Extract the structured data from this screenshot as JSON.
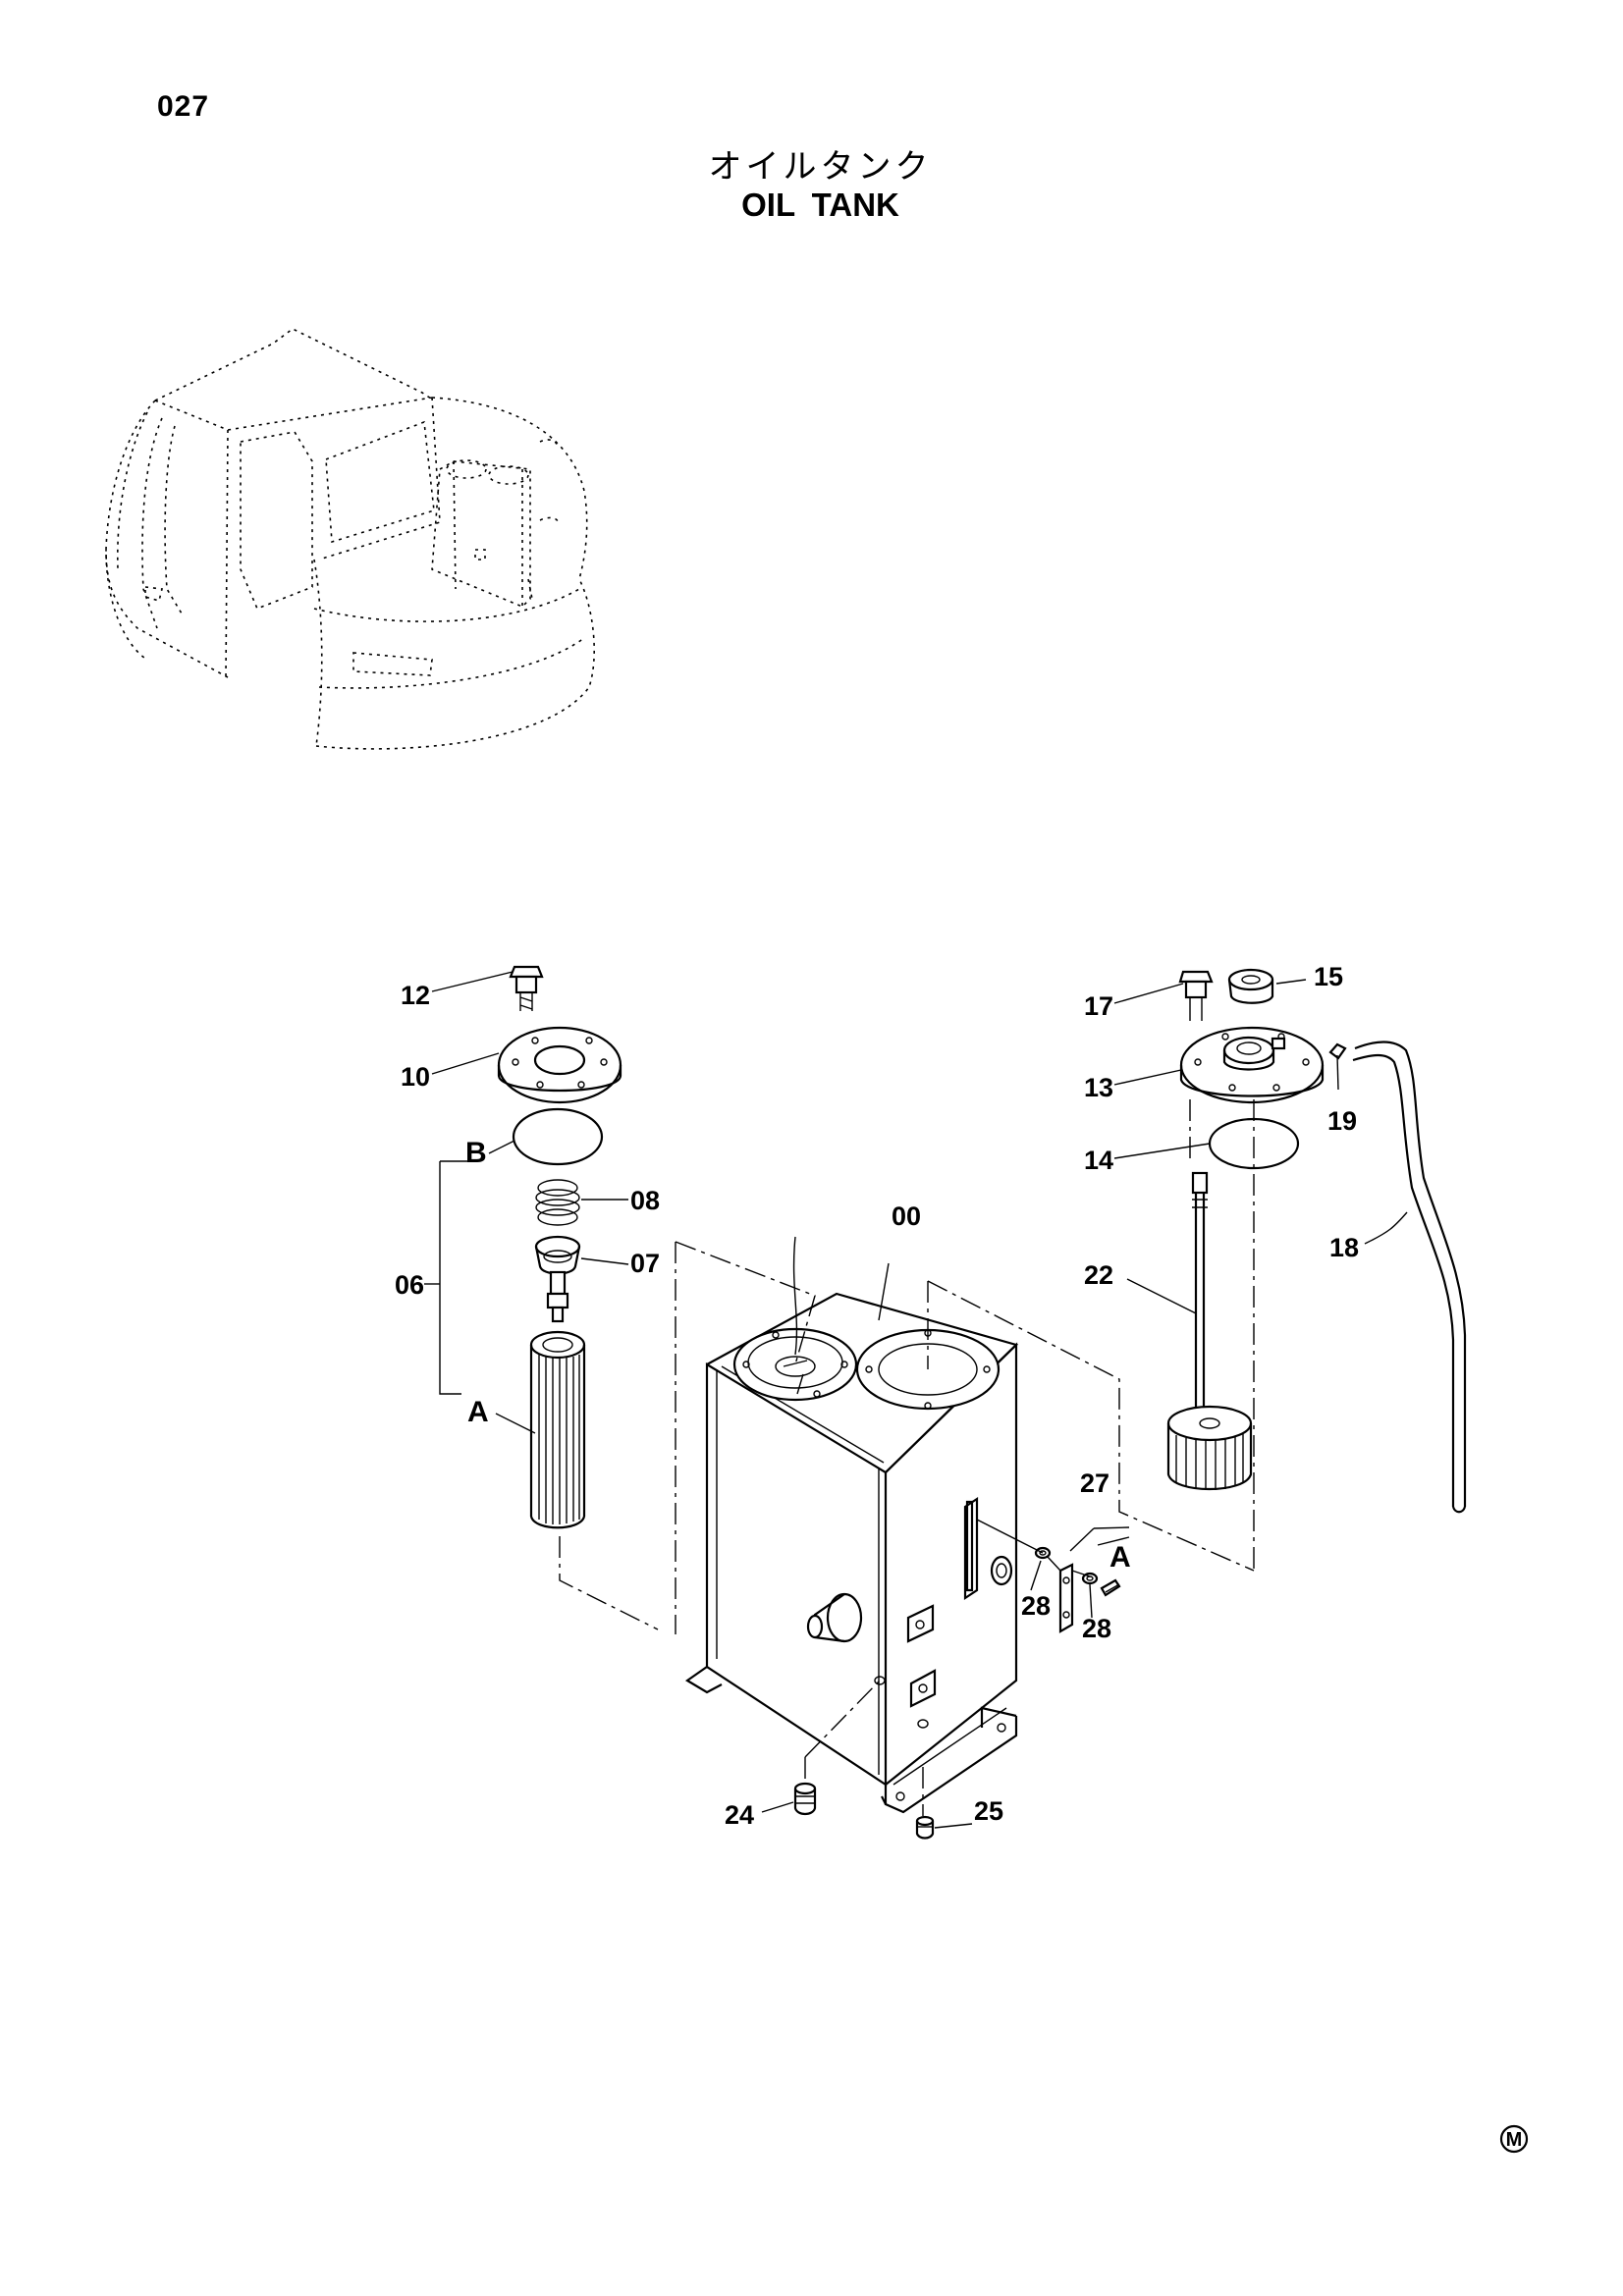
{
  "page_number": "027",
  "title_jp": "オイルタンク",
  "title_en": "OIL  TANK",
  "callouts": [
    {
      "id": "12",
      "label": "12"
    },
    {
      "id": "10",
      "label": "10"
    },
    {
      "id": "b-top",
      "label": "B"
    },
    {
      "id": "08",
      "label": "08"
    },
    {
      "id": "07",
      "label": "07"
    },
    {
      "id": "06",
      "label": "06"
    },
    {
      "id": "a-left",
      "label": "A"
    },
    {
      "id": "00",
      "label": "00"
    },
    {
      "id": "17",
      "label": "17"
    },
    {
      "id": "15",
      "label": "15"
    },
    {
      "id": "13",
      "label": "13"
    },
    {
      "id": "19",
      "label": "19"
    },
    {
      "id": "14",
      "label": "14"
    },
    {
      "id": "18",
      "label": "18"
    },
    {
      "id": "22",
      "label": "22"
    },
    {
      "id": "27",
      "label": "27"
    },
    {
      "id": "a-right",
      "label": "A"
    },
    {
      "id": "28-left",
      "label": "28"
    },
    {
      "id": "28-right",
      "label": "28"
    },
    {
      "id": "24",
      "label": "24"
    },
    {
      "id": "25",
      "label": "25"
    }
  ],
  "corner_mark": "M"
}
